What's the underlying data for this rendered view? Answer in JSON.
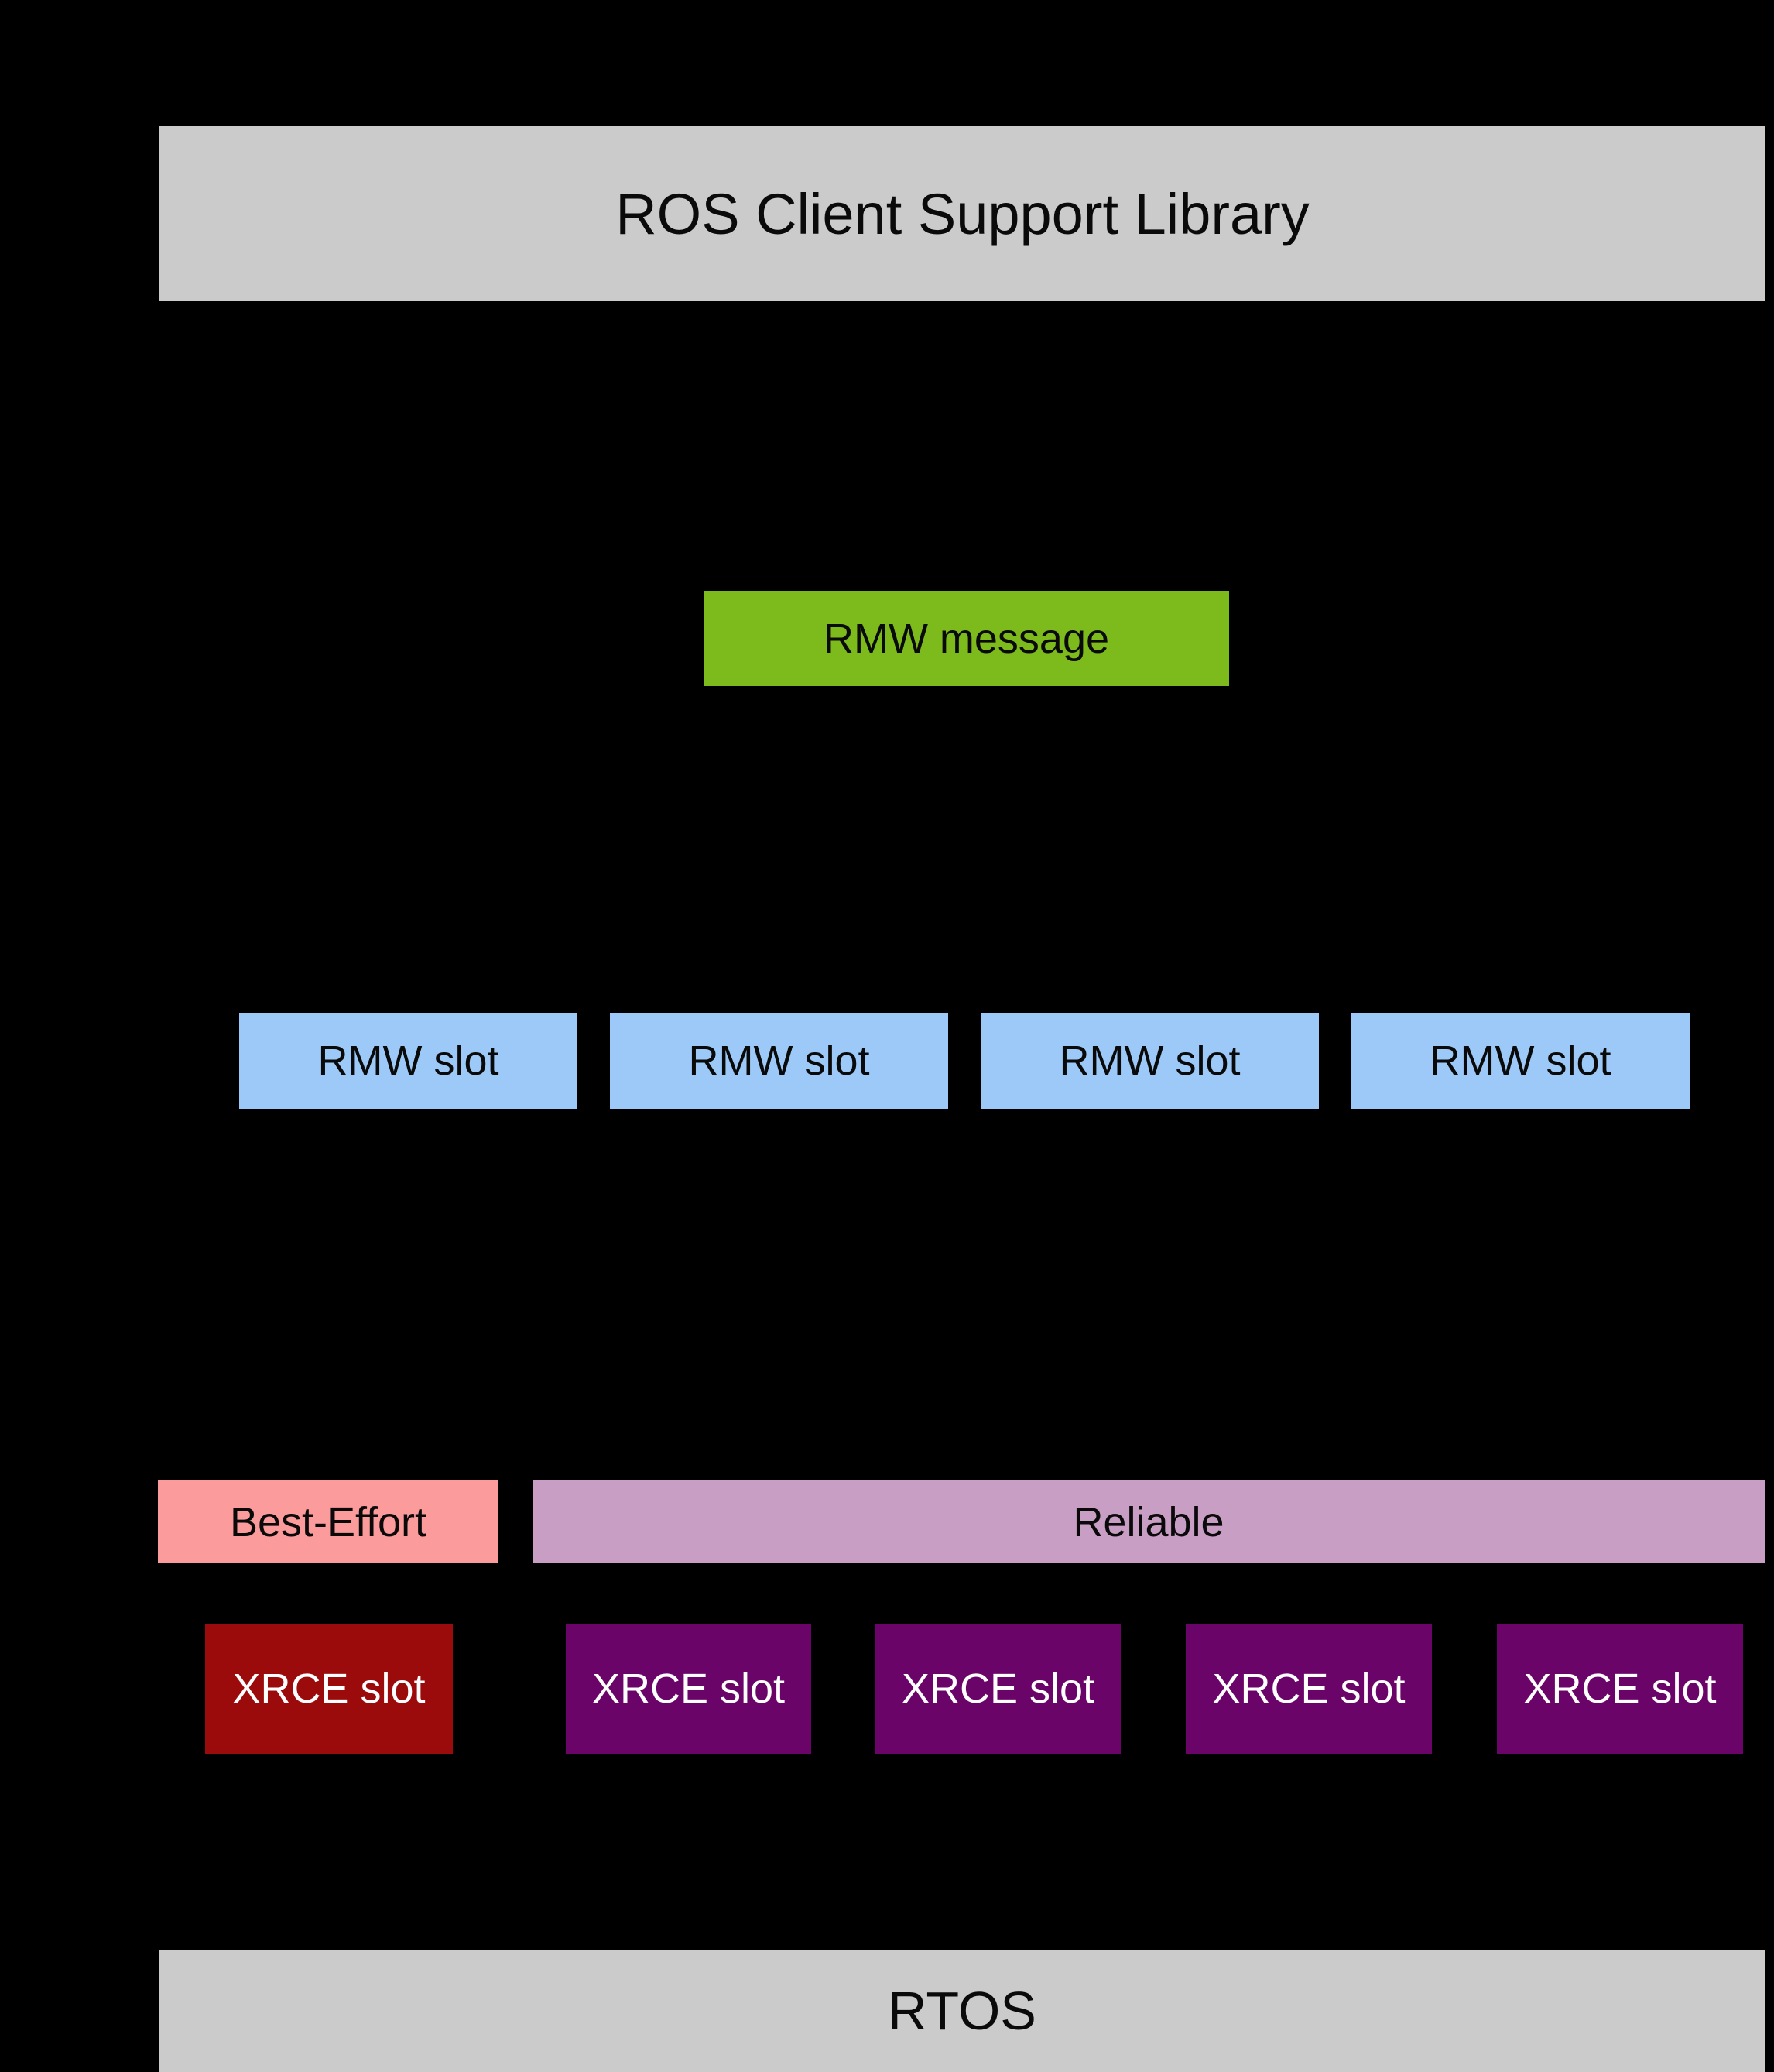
{
  "diagram": {
    "ros_lib": {
      "label": "ROS Client Support Library"
    },
    "rmw_message": {
      "label": "RMW message"
    },
    "rmw_slots": {
      "items": [
        {
          "label": "RMW slot"
        },
        {
          "label": "RMW slot"
        },
        {
          "label": "RMW slot"
        },
        {
          "label": "RMW slot"
        }
      ]
    },
    "qos": {
      "best_effort": {
        "label": "Best-Effort"
      },
      "reliable": {
        "label": "Reliable"
      }
    },
    "xrce_slots": {
      "items": [
        {
          "label": "XRCE slot"
        },
        {
          "label": "XRCE slot"
        },
        {
          "label": "XRCE slot"
        },
        {
          "label": "XRCE slot"
        },
        {
          "label": "XRCE slot"
        }
      ]
    },
    "rtos": {
      "label": "RTOS"
    }
  },
  "colors": {
    "background": "#000000",
    "layer_bar_gray": "#cbcbcb",
    "rmw_message_green": "#7cbb1b",
    "rmw_slot_blue": "#9cc9f8",
    "best_effort_pink": "#fc9b9b",
    "reliable_mauve": "#c99ec4",
    "xrce_best_effort_red": "#9c0b0b",
    "xrce_reliable_purple": "#6b0468",
    "box_text_dark": "#0a0a0a",
    "box_text_light": "#ffffff"
  }
}
